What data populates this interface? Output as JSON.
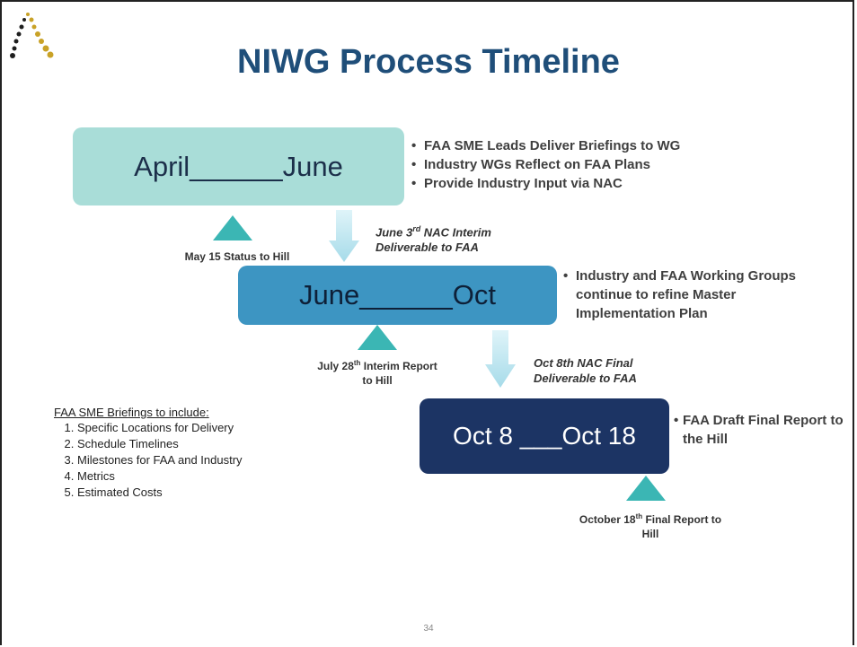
{
  "title": "NIWG Process Timeline",
  "phases": [
    {
      "label": "April______June",
      "bullets": [
        "FAA SME Leads Deliver Briefings to WG",
        "Industry WGs Reflect on FAA Plans",
        "Provide Industry Input via NAC"
      ]
    },
    {
      "label": "June______Oct",
      "bullets": [
        "Industry and FAA Working Groups continue to refine Master Implementation Plan"
      ]
    },
    {
      "label": "Oct 8 ___Oct 18",
      "bullets": [
        "FAA Draft Final Report to the Hill"
      ]
    }
  ],
  "milestones": [
    {
      "label": "May 15 Status to Hill"
    },
    {
      "label_pre": "July 28",
      "label_sup": "th",
      "label_post": " Interim Report to Hill"
    },
    {
      "label_pre": "October 18",
      "label_sup": "th",
      "label_post": " Final Report to Hill"
    }
  ],
  "deliverables": [
    {
      "pre": "June 3",
      "sup": "rd",
      "post": " NAC Interim",
      "line2": "Deliverable to FAA"
    },
    {
      "line1": "Oct 8th NAC Final",
      "line2": "Deliverable to FAA"
    }
  ],
  "briefings": {
    "title": "FAA SME Briefings to include:",
    "items": [
      "Specific Locations for Delivery",
      "Schedule Timelines",
      "Milestones for FAA and Industry",
      "Metrics",
      "Estimated Costs"
    ]
  },
  "page_number": "34",
  "colors": {
    "title": "#1f4e79",
    "phase1": "#a9ddd8",
    "phase2": "#3d95c2",
    "phase3": "#1c3464",
    "milestone_triangle": "#3bb6b4",
    "arrow": "#bfeaf2"
  }
}
